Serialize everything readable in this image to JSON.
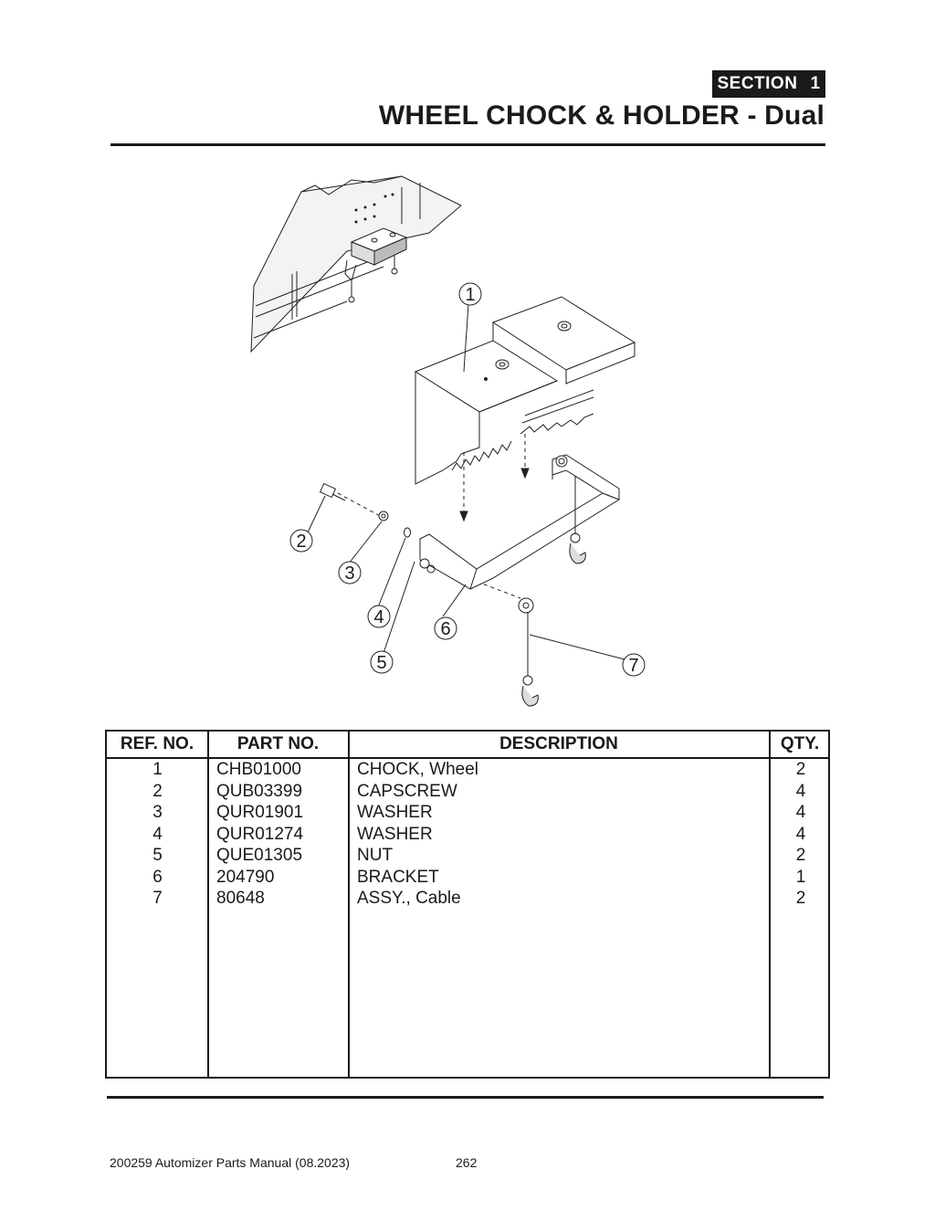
{
  "header": {
    "section_label": "SECTION",
    "section_number": "1",
    "title": "WHEEL CHOCK & HOLDER - Dual"
  },
  "diagram": {
    "callouts": [
      "1",
      "2",
      "3",
      "4",
      "5",
      "6",
      "7"
    ]
  },
  "table": {
    "headers": [
      "REF. NO.",
      "PART NO.",
      "DESCRIPTION",
      "QTY."
    ],
    "rows": [
      {
        "ref": "1",
        "part": "CHB01000",
        "desc": "CHOCK, Wheel",
        "qty": "2"
      },
      {
        "ref": "2",
        "part": "QUB03399",
        "desc": "CAPSCREW",
        "qty": "4"
      },
      {
        "ref": "3",
        "part": "QUR01901",
        "desc": "WASHER",
        "qty": "4"
      },
      {
        "ref": "4",
        "part": "QUR01274",
        "desc": "WASHER",
        "qty": "4"
      },
      {
        "ref": "5",
        "part": "QUE01305",
        "desc": "NUT",
        "qty": "2"
      },
      {
        "ref": "6",
        "part": "204790",
        "desc": "BRACKET",
        "qty": "1"
      },
      {
        "ref": "7",
        "part": "80648",
        "desc": "ASSY., Cable",
        "qty": "2"
      }
    ]
  },
  "footer": {
    "manual": "200259 Automizer Parts Manual (08.2023)",
    "page": "262"
  }
}
